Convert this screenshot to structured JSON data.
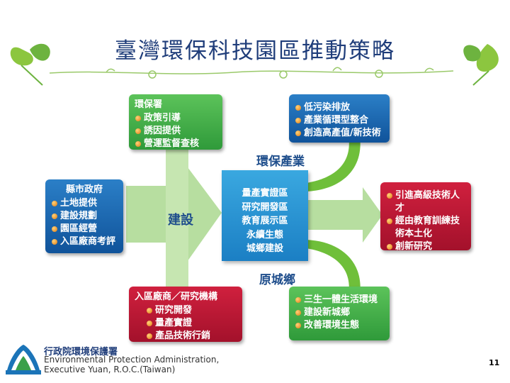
{
  "title": "臺灣環保科技園區推動策略",
  "boxes": {
    "epa": {
      "heading": "環保署",
      "items": [
        "政策引導",
        "誘因提供",
        "營運監督查核"
      ]
    },
    "county": {
      "heading": "縣市政府",
      "items": [
        "土地提供",
        "建設規劃",
        "園區經營",
        "入區廠商考評"
      ]
    },
    "firms": {
      "heading": "入區廠商／研究機構",
      "items": [
        "研究開發",
        "量產實證",
        "產品技術行銷"
      ]
    },
    "industry": {
      "items": [
        "低污染排放",
        "產業循環型整合",
        "創造高產值/新技術"
      ]
    },
    "talent": {
      "items": [
        "引進高級技術人才",
        "經由教育訓練技術本土化",
        "創新研究"
      ]
    },
    "town": {
      "items": [
        "三生一體生活環境",
        "建設新城鄉",
        "改善環境生態"
      ]
    }
  },
  "center_lines": [
    "量產實證區",
    "研究開發區",
    "教育展示區",
    "永續生態",
    "城鄉建設"
  ],
  "tags": {
    "industry": "環保產業",
    "town": "原城鄉",
    "construction": "建設"
  },
  "footer": {
    "org_name": "行政院環境保護署",
    "org_en_1": "Environmental Protection Administration,",
    "org_en_2": "Executive Yuan, R.O.C.(Taiwan)"
  },
  "page_number": "11",
  "colors": {
    "green": "#2f9a3a",
    "blue": "#10539a",
    "red": "#a3112b",
    "light_blue": "#3aa8e0",
    "arrow": "#a6d98a"
  },
  "icons": [
    "leaf-icon",
    "curved-arrow-icon",
    "epa-logo-icon",
    "bullet-icon"
  ]
}
